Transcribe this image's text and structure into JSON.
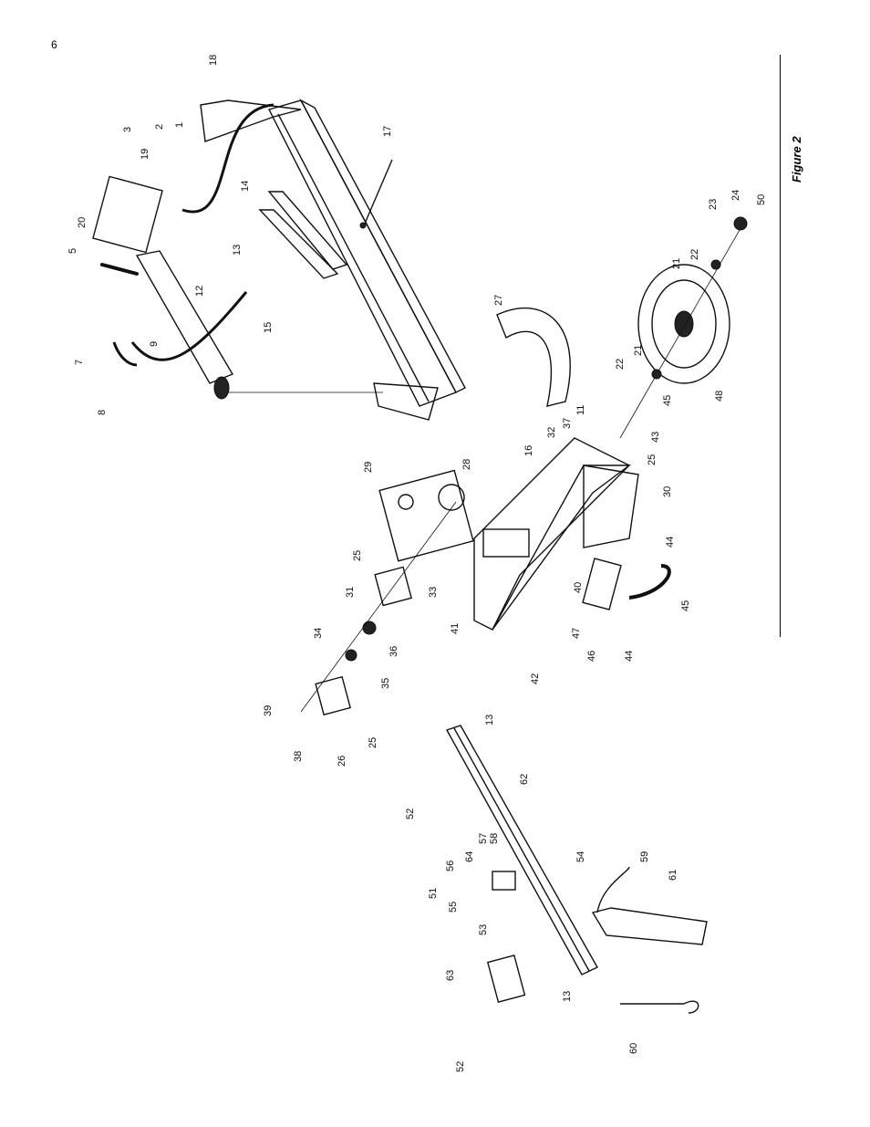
{
  "page": {
    "number": "6"
  },
  "figure": {
    "caption": "Figure 2"
  },
  "callouts": [
    "1",
    "2",
    "3",
    "19",
    "20",
    "5",
    "7",
    "8",
    "9",
    "12",
    "13",
    "14",
    "17",
    "18",
    "15",
    "29",
    "28",
    "25",
    "31",
    "33",
    "34",
    "36",
    "35",
    "39",
    "38",
    "26",
    "25",
    "41",
    "42",
    "40",
    "47",
    "46",
    "44",
    "45",
    "44",
    "30",
    "25",
    "16",
    "32",
    "37",
    "11",
    "27",
    "43",
    "45",
    "21",
    "22",
    "48",
    "21",
    "22",
    "23",
    "24",
    "50",
    "13",
    "62",
    "52",
    "54",
    "59",
    "61",
    "64",
    "57",
    "58",
    "56",
    "51",
    "55",
    "53",
    "63",
    "13",
    "52",
    "60"
  ]
}
